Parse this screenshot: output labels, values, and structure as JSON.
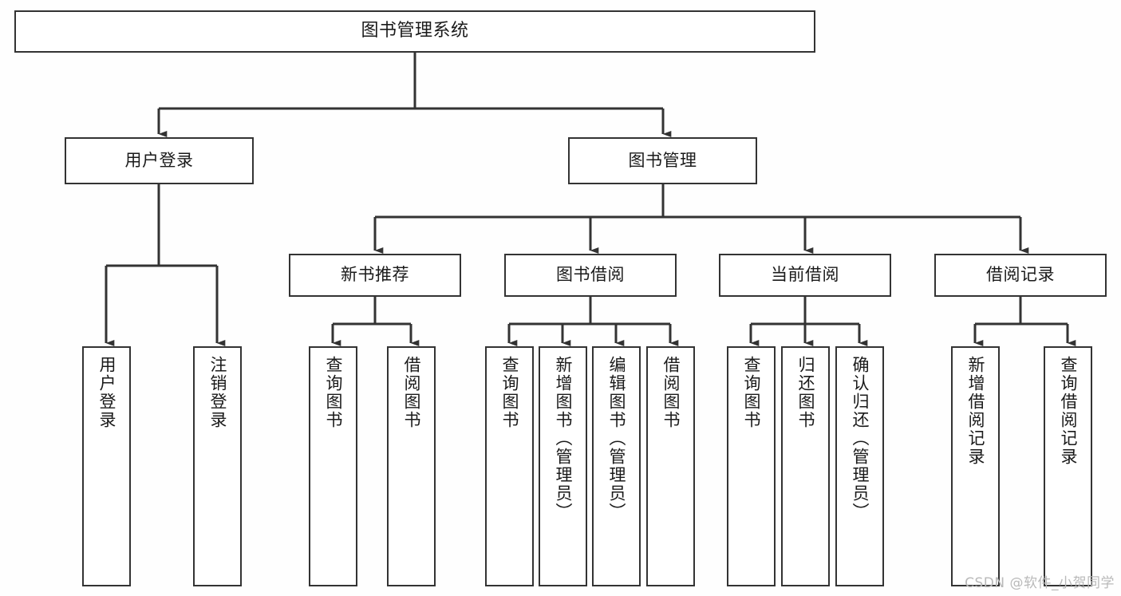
{
  "diagram": {
    "title": "图书管理系统",
    "type": "tree",
    "orientation": "top-down",
    "watermark": "CSDN @软件_小贺同学",
    "colors": {
      "background": "#fefefe",
      "box_fill": "#ffffff",
      "box_border": "#333333",
      "connector": "#333333",
      "text": "#1a1a1a",
      "watermark": "#b9b9b9"
    },
    "nodes": {
      "root": {
        "id": "root",
        "label": "图书管理系统",
        "level": 1
      },
      "l2": [
        {
          "id": "user-login",
          "label": "用户登录",
          "level": 2
        },
        {
          "id": "book-manage",
          "label": "图书管理",
          "level": 2
        }
      ],
      "l3": [
        {
          "id": "new-book-rec",
          "label": "新书推荐",
          "level": 3,
          "parent": "book-manage"
        },
        {
          "id": "book-borrow",
          "label": "图书借阅",
          "level": 3,
          "parent": "book-manage"
        },
        {
          "id": "current-borrow",
          "label": "当前借阅",
          "level": 3,
          "parent": "book-manage"
        },
        {
          "id": "borrow-record",
          "label": "借阅记录",
          "level": 3,
          "parent": "book-manage"
        }
      ],
      "leaves": [
        {
          "id": "leaf-user-login",
          "label": "用户登录",
          "parent": "user-login"
        },
        {
          "id": "leaf-logout",
          "label": "注销登录",
          "parent": "user-login"
        },
        {
          "id": "leaf-query-book-1",
          "label": "查询图书",
          "parent": "new-book-rec"
        },
        {
          "id": "leaf-borrow-book-1",
          "label": "借阅图书",
          "parent": "new-book-rec"
        },
        {
          "id": "leaf-query-book-2",
          "label": "查询图书",
          "parent": "book-borrow"
        },
        {
          "id": "leaf-add-book",
          "label": "新增图书（管理员）",
          "parent": "book-borrow"
        },
        {
          "id": "leaf-edit-book",
          "label": "编辑图书（管理员）",
          "parent": "book-borrow"
        },
        {
          "id": "leaf-borrow-book-2",
          "label": "借阅图书",
          "parent": "book-borrow"
        },
        {
          "id": "leaf-query-book-3",
          "label": "查询图书",
          "parent": "current-borrow"
        },
        {
          "id": "leaf-return-book",
          "label": "归还图书",
          "parent": "current-borrow"
        },
        {
          "id": "leaf-confirm-return",
          "label": "确认归还（管理员）",
          "parent": "current-borrow"
        },
        {
          "id": "leaf-add-record",
          "label": "新增借阅记录",
          "parent": "borrow-record"
        },
        {
          "id": "leaf-query-record",
          "label": "查询借阅记录",
          "parent": "borrow-record"
        }
      ]
    }
  }
}
